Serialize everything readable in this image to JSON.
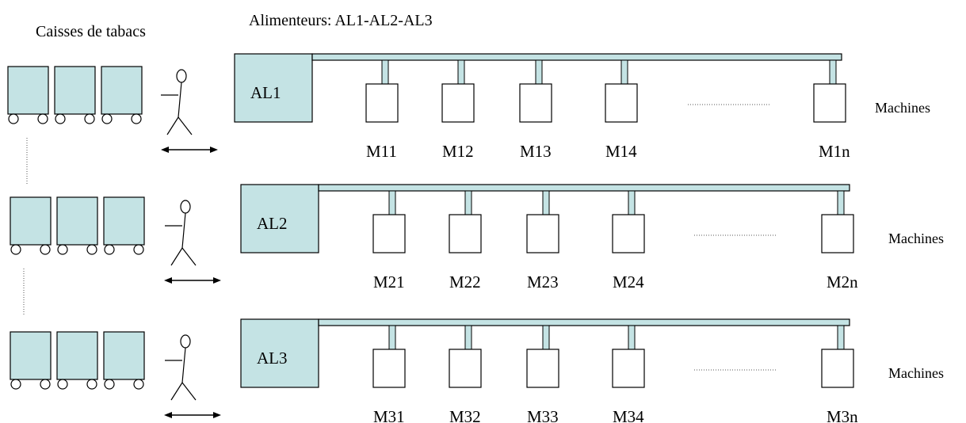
{
  "title_left": "Caisses de tabacs",
  "title_right": "Alimenteurs: AL1-AL2-AL3",
  "colors": {
    "fill": "#c4e3e4",
    "stroke": "#000000",
    "background": "#ffffff"
  },
  "icons": [
    "cart-icon",
    "wheel-icon",
    "operator-icon",
    "double-arrow-icon"
  ],
  "lines": [
    {
      "feeder": "AL1",
      "machines_label": "Machines",
      "machines": [
        "M11",
        "M12",
        "M13",
        "M14",
        "M1n"
      ]
    },
    {
      "feeder": "AL2",
      "machines_label": "Machines",
      "machines": [
        "M21",
        "M22",
        "M23",
        "M24",
        "M2n"
      ]
    },
    {
      "feeder": "AL3",
      "machines_label": "Machines",
      "machines": [
        "M31",
        "M32",
        "M33",
        "M34",
        "M3n"
      ]
    }
  ]
}
